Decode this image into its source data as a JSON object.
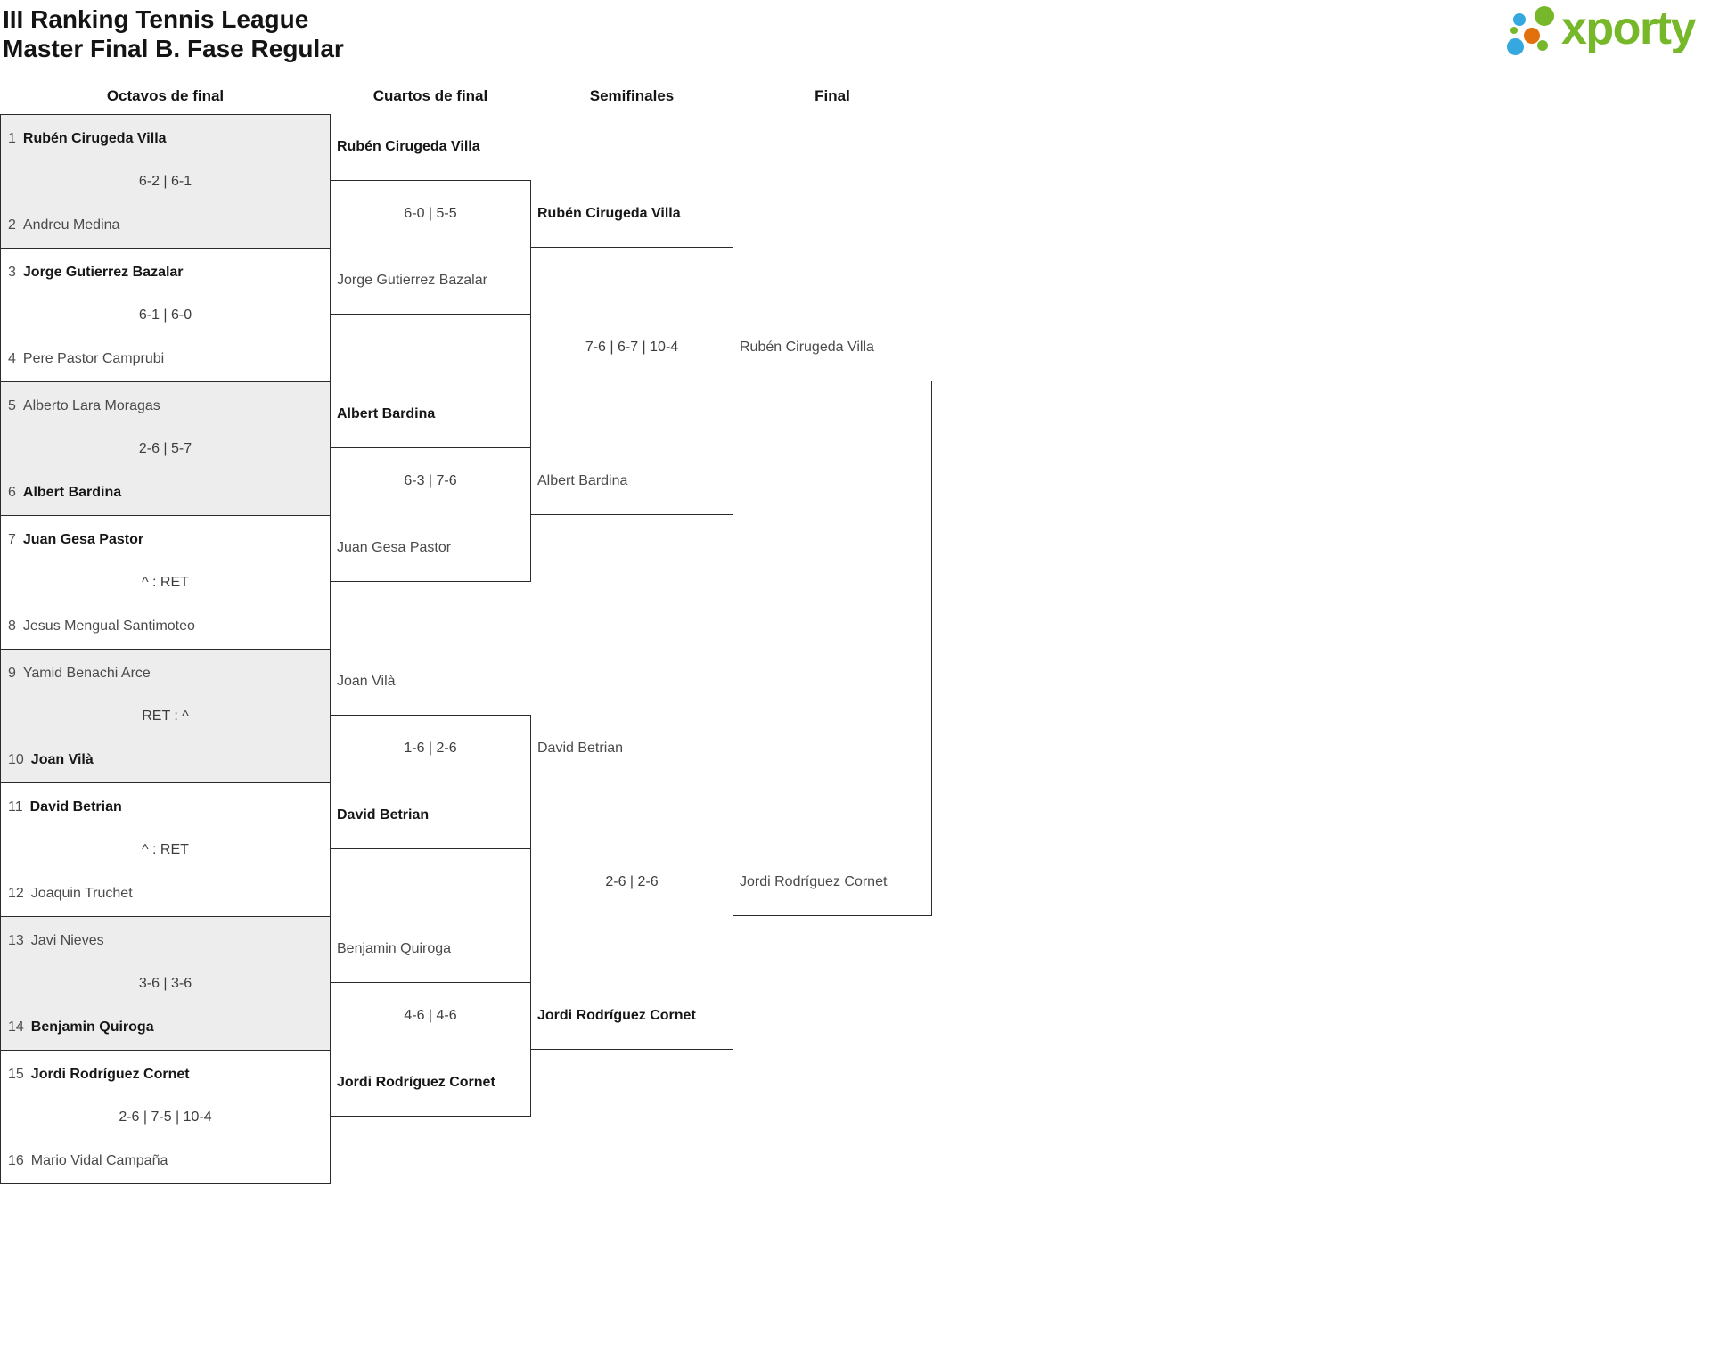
{
  "title": {
    "line1": "III Ranking Tennis League",
    "line2": "Master Final B. Fase Regular"
  },
  "logo": {
    "text": "xporty",
    "colors": {
      "green": "#76b82a",
      "blue": "#35a8e0",
      "orange": "#e2710d"
    }
  },
  "round_headers": [
    "Octavos de final",
    "Cuartos de final",
    "Semifinales",
    "Final"
  ],
  "octavos": [
    {
      "seed1": "1",
      "player1": "Rubén Cirugeda Villa",
      "bold1": true,
      "score": "6-2 | 6-1",
      "seed2": "2",
      "player2": "Andreu Medina",
      "bold2": false
    },
    {
      "seed1": "3",
      "player1": "Jorge Gutierrez Bazalar",
      "bold1": true,
      "score": "6-1 | 6-0",
      "seed2": "4",
      "player2": "Pere Pastor Camprubi",
      "bold2": false
    },
    {
      "seed1": "5",
      "player1": "Alberto Lara Moragas",
      "bold1": false,
      "score": "2-6 | 5-7",
      "seed2": "6",
      "player2": "Albert Bardina",
      "bold2": true
    },
    {
      "seed1": "7",
      "player1": "Juan Gesa Pastor",
      "bold1": true,
      "score": "^ : RET",
      "seed2": "8",
      "player2": "Jesus Mengual Santimoteo",
      "bold2": false
    },
    {
      "seed1": "9",
      "player1": "Yamid Benachi Arce",
      "bold1": false,
      "score": "RET : ^",
      "seed2": "10",
      "player2": "Joan Vilà",
      "bold2": true
    },
    {
      "seed1": "11",
      "player1": "David Betrian",
      "bold1": true,
      "score": "^ : RET",
      "seed2": "12",
      "player2": "Joaquin Truchet",
      "bold2": false
    },
    {
      "seed1": "13",
      "player1": "Javi Nieves",
      "bold1": false,
      "score": "3-6 | 3-6",
      "seed2": "14",
      "player2": "Benjamin Quiroga",
      "bold2": true
    },
    {
      "seed1": "15",
      "player1": "Jordi Rodríguez Cornet",
      "bold1": true,
      "score": "2-6 | 7-5 | 10-4",
      "seed2": "16",
      "player2": "Mario Vidal Campaña",
      "bold2": false
    }
  ],
  "cuartos": [
    {
      "player_top": "Rubén Cirugeda Villa",
      "bold_top": true,
      "score": "6-0 | 5-5",
      "player_bottom": "Jorge Gutierrez Bazalar",
      "bold_bottom": false
    },
    {
      "player_top": "Albert Bardina",
      "bold_top": true,
      "score": "6-3 | 7-6",
      "player_bottom": "Juan Gesa Pastor",
      "bold_bottom": false
    },
    {
      "player_top": "Joan Vilà",
      "bold_top": false,
      "score": "1-6 | 2-6",
      "player_bottom": "David Betrian",
      "bold_bottom": true
    },
    {
      "player_top": "Benjamin Quiroga",
      "bold_top": false,
      "score": "4-6 | 4-6",
      "player_bottom": "Jordi Rodríguez Cornet",
      "bold_bottom": true
    }
  ],
  "semifinales": [
    {
      "player_top": "Rubén Cirugeda Villa",
      "bold_top": true,
      "score": "7-6 | 6-7 | 10-4",
      "player_bottom": "Albert Bardina",
      "bold_bottom": false
    },
    {
      "player_top": "David Betrian",
      "bold_top": false,
      "score": "2-6 | 2-6",
      "player_bottom": "Jordi Rodríguez Cornet",
      "bold_bottom": true
    }
  ],
  "final": {
    "player_top": "Rubén Cirugeda Villa",
    "bold_top": false,
    "player_bottom": "Jordi Rodríguez Cornet",
    "bold_bottom": false
  }
}
